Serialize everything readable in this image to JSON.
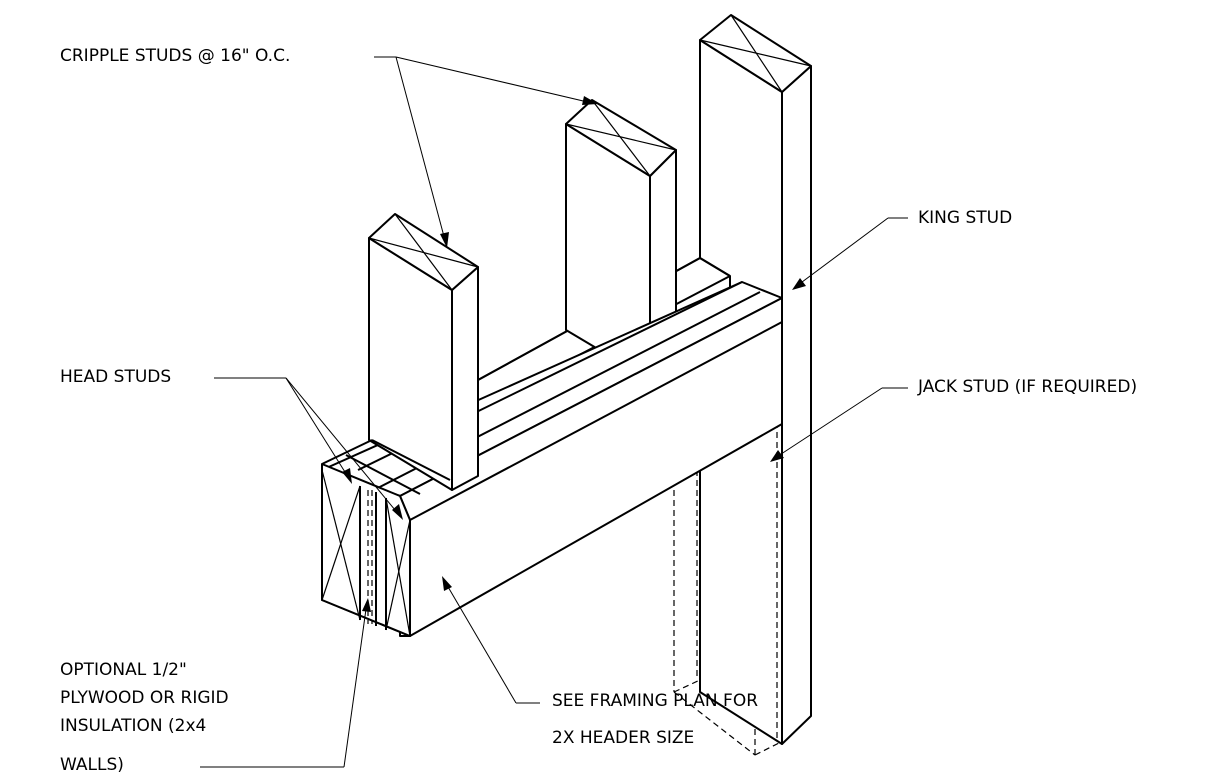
{
  "labels": {
    "cripple_studs": "CRIPPLE STUDS @ 16\" O.C.",
    "king_stud": "KING STUD",
    "head_studs": "HEAD STUDS",
    "jack_stud": "JACK STUD (IF REQUIRED)",
    "optional_line1": "OPTIONAL 1/2\"",
    "optional_line2": "PLYWOOD OR RIGID",
    "optional_line3": "INSULATION (2x4",
    "optional_line4": "WALLS)",
    "see_plan_line1": "SEE FRAMING PLAN FOR",
    "see_plan_line2": "2X HEADER SIZE"
  }
}
